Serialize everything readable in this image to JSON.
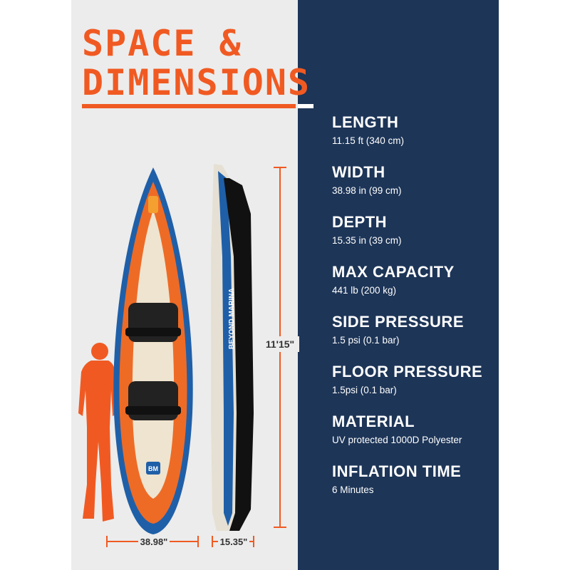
{
  "header": {
    "title_line_1": "SPACE &",
    "title_line_2": "DIMENSIONS"
  },
  "colors": {
    "accent": "#f05a22",
    "panel_dark": "#1d3557",
    "panel_light": "#ececec"
  },
  "illustration": {
    "kayak_brand": "BEYOND MARINA",
    "badge_text": "BM",
    "width_label": "38.98\"",
    "depth_label": "15.35\"",
    "length_label": "11'15\""
  },
  "specs": [
    {
      "label": "LENGTH",
      "value": "11.15 ft (340 cm)"
    },
    {
      "label": "WIDTH",
      "value": "38.98 in (99 cm)"
    },
    {
      "label": "DEPTH",
      "value": "15.35 in (39 cm)"
    },
    {
      "label": "MAX CAPACITY",
      "value": "441 lb (200 kg)"
    },
    {
      "label": "SIDE PRESSURE",
      "value": "1.5 psi (0.1 bar)"
    },
    {
      "label": "FLOOR PRESSURE",
      "value": "1.5psi (0.1 bar)"
    },
    {
      "label": "MATERIAL",
      "value": "UV protected 1000D Polyester"
    },
    {
      "label": "INFLATION TIME",
      "value": "6 Minutes"
    }
  ]
}
